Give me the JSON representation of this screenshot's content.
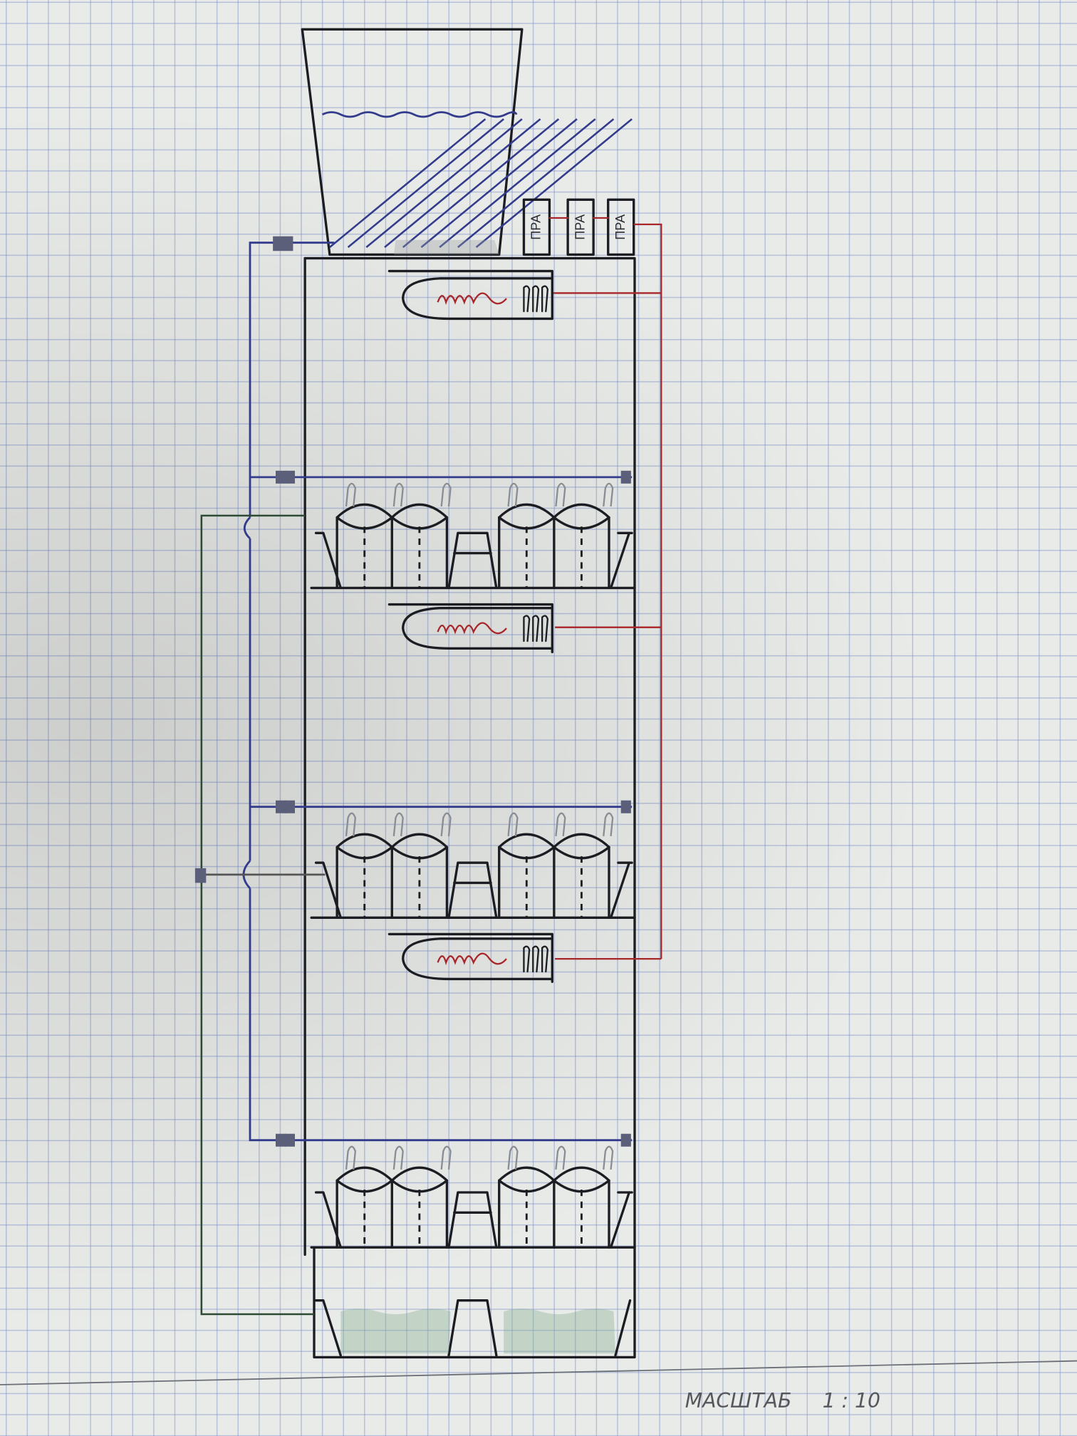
{
  "drawing": {
    "ballast_labels": [
      "ПРА",
      "ПРА",
      "ПРА"
    ],
    "scale_caption": "МАСШТАБ",
    "scale_value": "1 : 10",
    "tiers": 3,
    "lamps": 3,
    "colors": {
      "frame": "#1c1d22",
      "water_pipe": "#333c8c",
      "drain_pipe": "#2d4a34",
      "power_wire": "#a8262a",
      "paper": "#e9ebe8"
    }
  }
}
